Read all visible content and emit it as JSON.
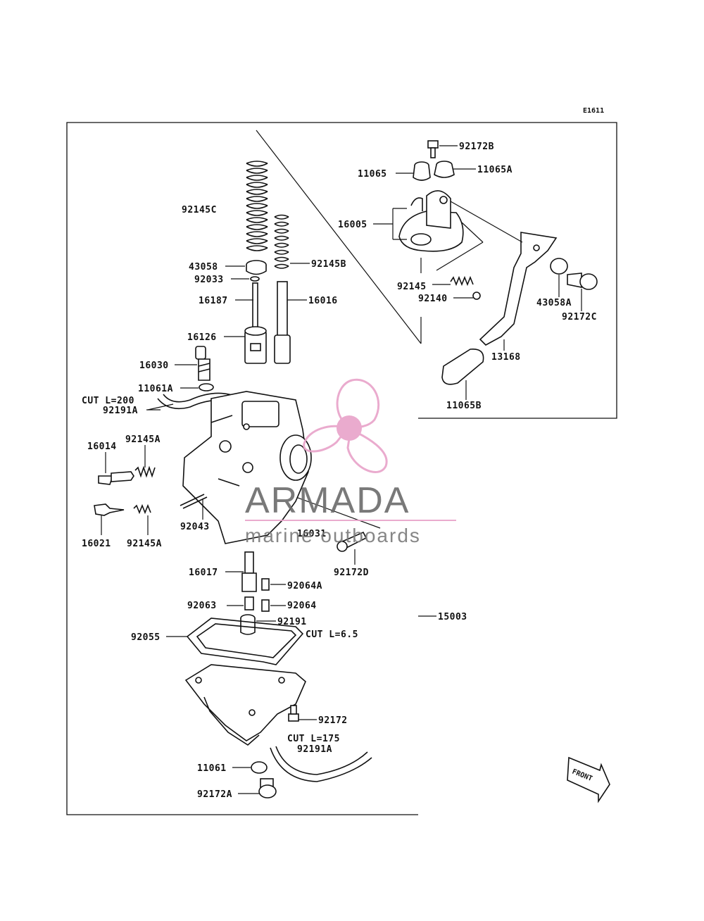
{
  "diagram": {
    "code": "E1611",
    "front_label": "FRONT",
    "watermark": {
      "brand": "ARMADA",
      "tagline": "marine outboards",
      "color": "#e8a3c9"
    },
    "labels": {
      "p92172B": "92172B",
      "p11065": "11065",
      "p11065A": "11065A",
      "p16005": "16005",
      "p92145C": "92145C",
      "p43058": "43058",
      "p92145B": "92145B",
      "p92033": "92033",
      "p16187": "16187",
      "p16016": "16016",
      "p16126": "16126",
      "p92145": "92145",
      "p92140": "92140",
      "p43058A": "43058A",
      "p92172C": "92172C",
      "p13168": "13168",
      "p11065B": "11065B",
      "p16030": "16030",
      "p11061A": "11061A",
      "cut200": "CUT L=200",
      "p92191A_top": "92191A",
      "p16014": "16014",
      "p92145A_top": "92145A",
      "p92043": "92043",
      "p16021": "16021",
      "p92145A_bot": "92145A",
      "p16031": "16031",
      "p92172D": "92172D",
      "p16017": "16017",
      "p92064A": "92064A",
      "p92063": "92063",
      "p92064": "92064",
      "p92191": "92191",
      "p15003": "15003",
      "p92055": "92055",
      "cut65": "CUT L=6.5",
      "p92172": "92172",
      "cut175": "CUT L=175",
      "p92191A_bot": "92191A",
      "p11061": "11061",
      "p92172A": "92172A"
    }
  }
}
